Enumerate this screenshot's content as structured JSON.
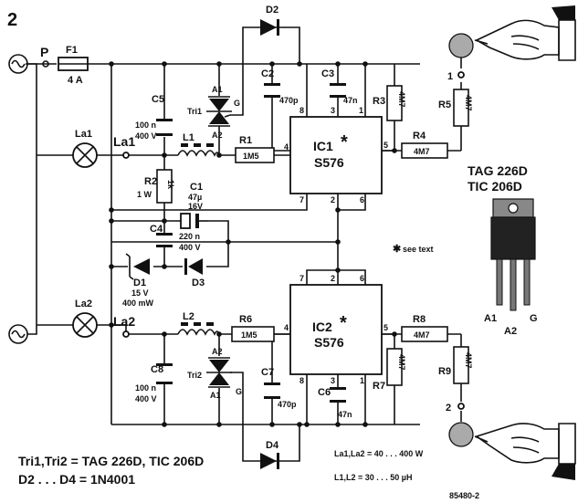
{
  "figure_number": "2",
  "power_label": "P",
  "fuse": {
    "name": "F1",
    "value": "4 A"
  },
  "lamps": {
    "la1": "La1",
    "la2": "La2",
    "la1_node": "La1",
    "la2_node": "La2"
  },
  "ic1": {
    "name": "IC1",
    "asterisk": "*",
    "part": "S576",
    "pins": {
      "p1": "1",
      "p2": "2",
      "p3": "3",
      "p4": "4",
      "p5": "5",
      "p6": "6",
      "p7": "7",
      "p8": "8"
    }
  },
  "ic2": {
    "name": "IC2",
    "asterisk": "*",
    "part": "S576",
    "pins": {
      "p1": "1",
      "p2": "2",
      "p3": "3",
      "p4": "4",
      "p5": "5",
      "p6": "6",
      "p7": "7",
      "p8": "8"
    }
  },
  "components": {
    "d1_name": "D1",
    "d1_v1": "15 V",
    "d1_v2": "400 mW",
    "d2": "D2",
    "d3": "D3",
    "d4": "D4",
    "c1_name": "C1",
    "c1_v1": "47µ",
    "c1_v2": "16V",
    "c2_name": "C2",
    "c2_value": "470p",
    "c3_name": "C3",
    "c3_value": "47n",
    "c4_name": "C4",
    "c4_v1": "220 n",
    "c4_v2": "400 V",
    "c5_name": "C5",
    "c5_v1": "100 n",
    "c5_v2": "400 V",
    "c6_name": "C6",
    "c6_value": "47n",
    "c7_name": "C7",
    "c7_value": "470p",
    "c8_name": "C8",
    "c8_v1": "100 n",
    "c8_v2": "400 V",
    "r1_name": "R1",
    "r1_value": "1M5",
    "r2_name": "R2",
    "r2_value": "1k",
    "r2_power": "1 W",
    "r3_name": "R3",
    "r3_value": "4M7",
    "r4_name": "R4",
    "r4_value": "4M7",
    "r5_name": "R5",
    "r5_value": "4M7",
    "r6_name": "R6",
    "r6_value": "1M5",
    "r7_name": "R7",
    "r7_value": "4M7",
    "r8_name": "R8",
    "r8_value": "4M7",
    "r9_name": "R9",
    "r9_value": "4M7",
    "l1": "L1",
    "l2": "L2",
    "tri1": "Tri1",
    "tri2": "Tri2",
    "a1": "A1",
    "a2": "A2",
    "g": "G"
  },
  "touch": {
    "t1": "1",
    "t2": "2"
  },
  "package": {
    "title1": "TAG 226D",
    "title2": "TIC 206D",
    "a1": "A1",
    "a2": "A2",
    "g": "G"
  },
  "notes": {
    "see_text": "see text",
    "star": "✱",
    "triacs": "Tri1,Tri2 = TAG 226D, TIC 206D",
    "diodes": "D2 . . . D4 = 1N4001",
    "lamps_power": "La1,La2 = 40 . . . 400 W",
    "inductors": "L1,L2 = 30 . . . 50 µH",
    "figure_code": "85480-2"
  }
}
